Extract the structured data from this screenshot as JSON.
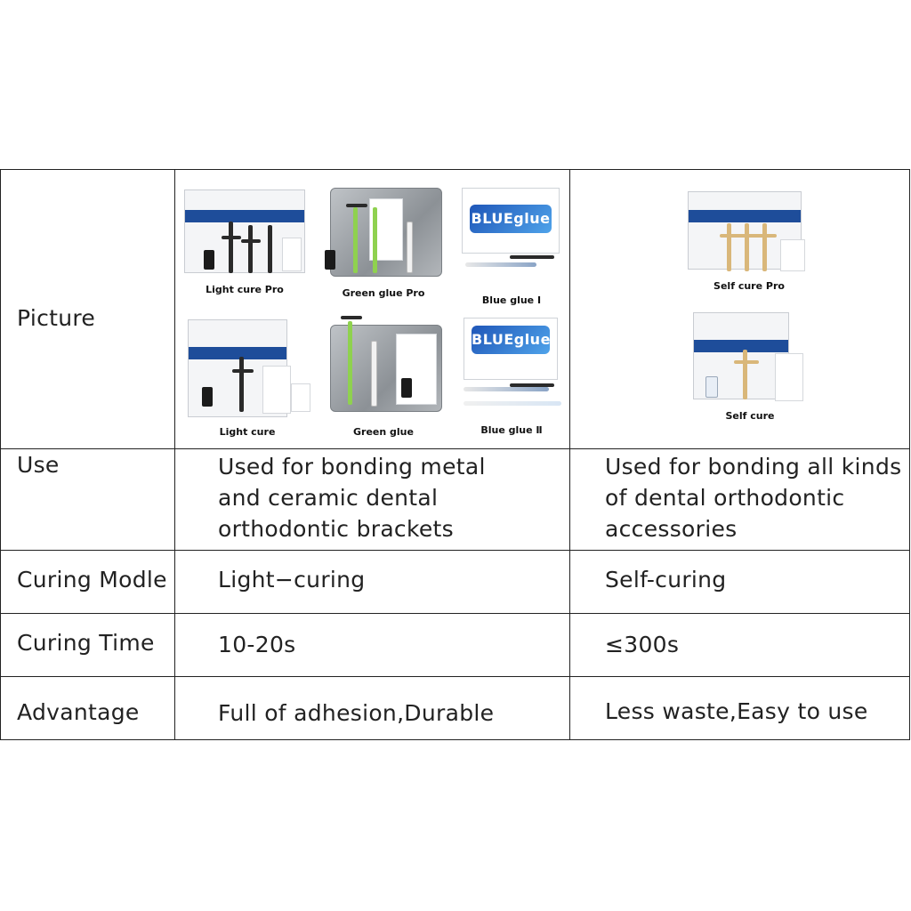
{
  "table": {
    "rows": [
      {
        "label": "Picture"
      },
      {
        "label": "Use",
        "col1": [
          "Used for bonding metal",
          "and ceramic dental",
          "orthodontic brackets"
        ],
        "col2": [
          "Used for bonding all kinds",
          "of dental orthodontic",
          "accessories"
        ]
      },
      {
        "label": "Curing Modle",
        "col1": "Light−curing",
        "col2": "Self-curing"
      },
      {
        "label": "Curing Time",
        "col1": "10-20s",
        "col2": "≤300s"
      },
      {
        "label": "Advantage",
        "col1": "Full of adhesion,Durable",
        "col2": "Less waste,Easy to use"
      }
    ]
  },
  "products": {
    "light_cure_pro": "Light cure Pro",
    "green_glue_pro": "Green glue Pro",
    "blue_glue_1": "Blue glue Ⅰ",
    "light_cure": "Light cure",
    "green_glue": "Green glue",
    "blue_glue_2": "Blue glue Ⅱ",
    "self_cure_pro": "Self cure Pro",
    "self_cure": "Self cure"
  },
  "brand_text": {
    "blue_glue_logo": "BLUEglue"
  },
  "colors": {
    "border": "#222222",
    "text": "#222222",
    "box_header_blue": "#1e4d9a",
    "green_accent": "#8fd14f",
    "blue_brand": "#1f56b8",
    "self_cure_gold": "#d9b77a"
  }
}
